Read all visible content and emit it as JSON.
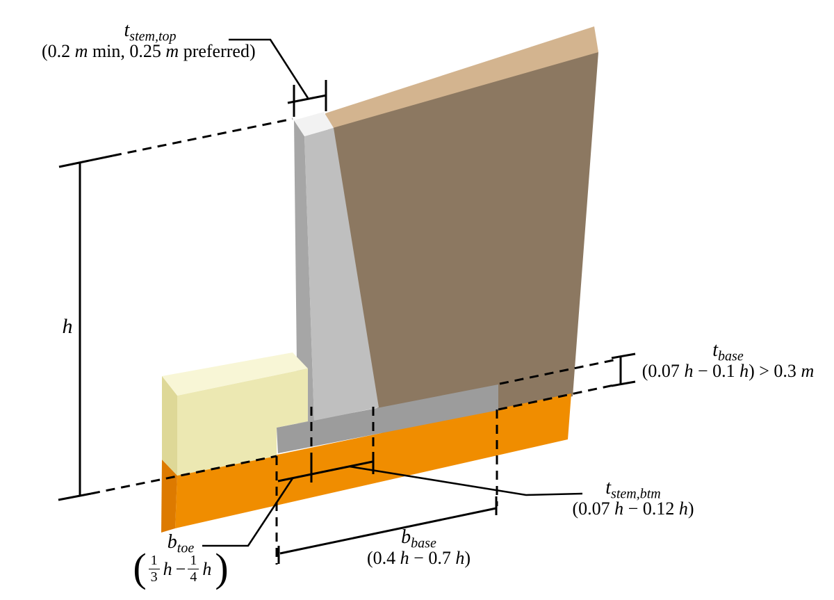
{
  "colors": {
    "background": "#ffffff",
    "line": "#000000",
    "retained_soil_front": "#8c7861",
    "retained_soil_top": "#d3b48f",
    "stem_front": "#bfbfbf",
    "stem_left": "#a6a6a6",
    "stem_top": "#f2f2f2",
    "base_slab_front": "#9c9c9c",
    "toe_soil_front": "#ece8b2",
    "toe_soil_top": "#f8f6d6",
    "toe_soil_left": "#ded897",
    "foundation_soil_front": "#f08d00",
    "foundation_soil_left": "#dd7a00"
  },
  "labels": {
    "t_stem_top": {
      "base": "t",
      "sub": "stem,top",
      "note_parts": [
        "(0.2 ",
        "m",
        " min, 0.25 ",
        "m",
        " preferred)"
      ]
    },
    "h": {
      "base": "h"
    },
    "t_base": {
      "base": "t",
      "sub": "base",
      "note_parts": [
        "(0.07 ",
        "h",
        "  − 0.1 ",
        "h",
        ") > 0.3 ",
        "m"
      ]
    },
    "t_stem_btm": {
      "base": "t",
      "sub": "stem,btm",
      "note_parts": [
        "(0.07 ",
        "h",
        "  − 0.12 ",
        "h",
        ")"
      ]
    },
    "b_toe": {
      "base": "b",
      "sub": "toe",
      "frac": {
        "open": "(",
        "n1": "1",
        "d1": "3",
        "v1": "h",
        "minus": " − ",
        "n2": "1",
        "d2": "4",
        "v2": "h",
        "close": ")"
      }
    },
    "b_base": {
      "base": "b",
      "sub": "base",
      "note_parts": [
        "(0.4 ",
        "h",
        "  − 0.7 ",
        "h",
        ")"
      ]
    }
  }
}
